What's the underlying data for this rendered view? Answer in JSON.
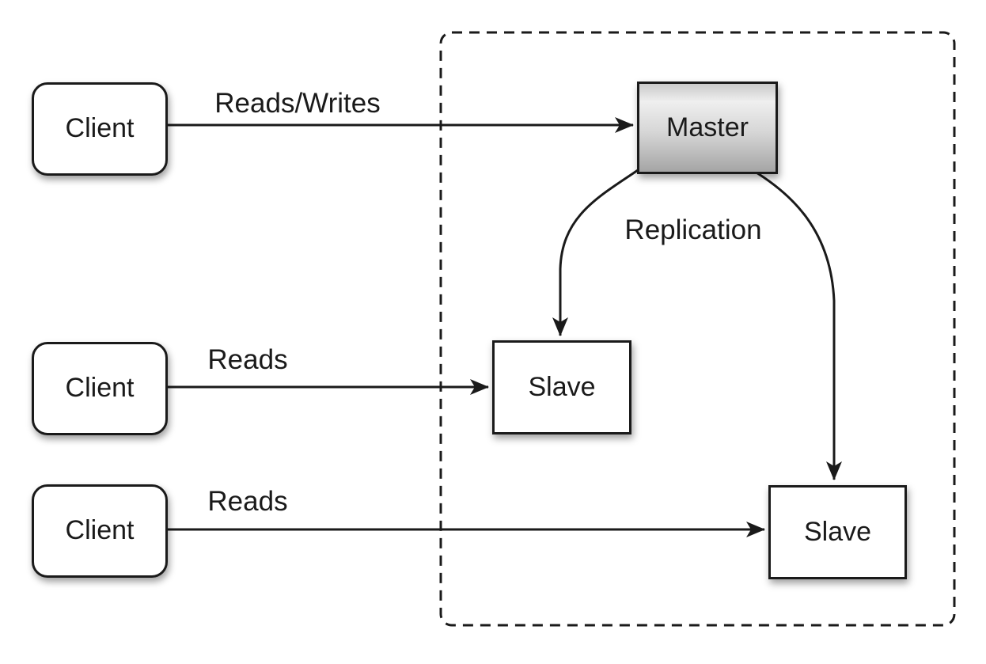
{
  "diagram": {
    "type": "architecture-diagram",
    "topic": "master-slave-replication",
    "nodes": {
      "client1": {
        "label": "Client"
      },
      "client2": {
        "label": "Client"
      },
      "client3": {
        "label": "Client"
      },
      "master": {
        "label": "Master"
      },
      "slave1": {
        "label": "Slave"
      },
      "slave2": {
        "label": "Slave"
      }
    },
    "edges": {
      "reads_writes": {
        "label": "Reads/Writes",
        "from": "client1",
        "to": "master"
      },
      "reads_mid": {
        "label": "Reads",
        "from": "client2",
        "to": "slave1"
      },
      "reads_bottom": {
        "label": "Reads",
        "from": "client3",
        "to": "slave2"
      },
      "replication": {
        "label": "Replication",
        "from": "master",
        "to": "slave1 & slave2"
      }
    },
    "colors": {
      "background": "#ffffff",
      "stroke": "#1a1a1a",
      "node_fill": "#ffffff",
      "master_gradient_top": "#c9c9c9",
      "master_gradient_highlight": "#efefef",
      "master_gradient_mid": "#d6d6d6",
      "master_gradient_bottom": "#a5a5a5"
    }
  }
}
